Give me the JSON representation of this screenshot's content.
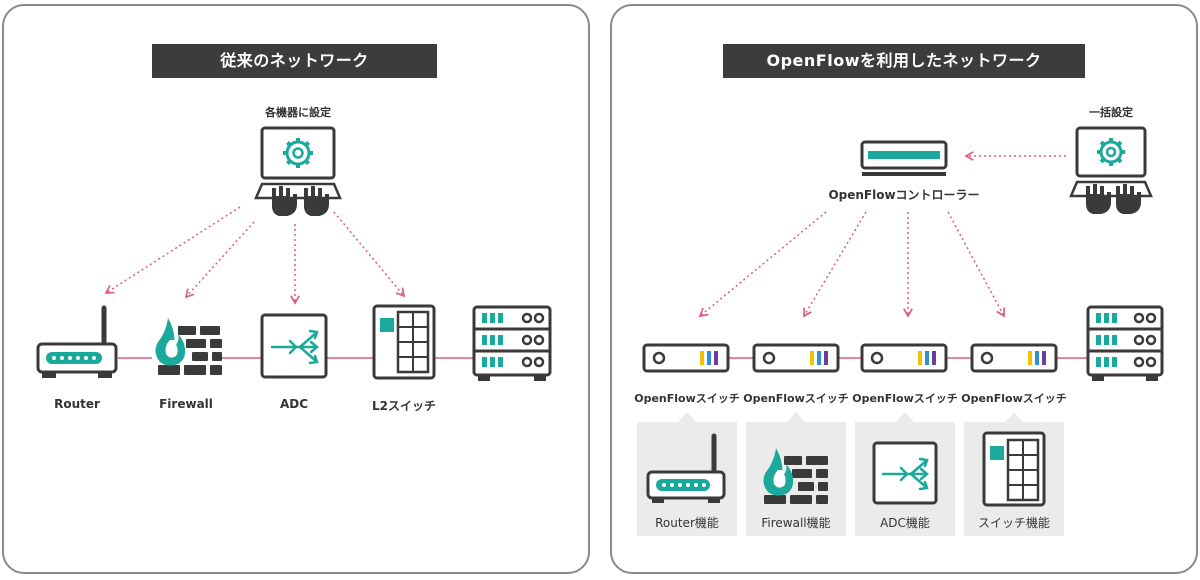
{
  "left_panel": {
    "title": "従来のネットワーク",
    "admin_label": "各機器に設定",
    "devices": [
      {
        "name": "router",
        "label": "Router"
      },
      {
        "name": "firewall",
        "label": "Firewall"
      },
      {
        "name": "adc",
        "label": "ADC"
      },
      {
        "name": "l2-switch",
        "label": "L2スイッチ"
      }
    ]
  },
  "right_panel": {
    "title": "OpenFlowを利用したネットワーク",
    "admin_label": "一括設定",
    "controller_label": "OpenFlowコントローラー",
    "switches": [
      {
        "label": "OpenFlowスイッチ",
        "function_label": "Router機能",
        "function_icon": "router-icon"
      },
      {
        "label": "OpenFlowスイッチ",
        "function_label": "Firewall機能",
        "function_icon": "firewall-icon"
      },
      {
        "label": "OpenFlowスイッチ",
        "function_label": "ADC機能",
        "function_icon": "adc-icon"
      },
      {
        "label": "OpenFlowスイッチ",
        "function_label": "スイッチ機能",
        "function_icon": "switch-icon"
      }
    ]
  },
  "colors": {
    "teal": "#1aa99a",
    "dark": "#3a3a3a",
    "link_pink": "#e05a80",
    "card_bg": "#ebebeb",
    "port_yellow": "#f2c200",
    "port_blue": "#2f8fd8",
    "port_purple": "#6a3fa0"
  }
}
